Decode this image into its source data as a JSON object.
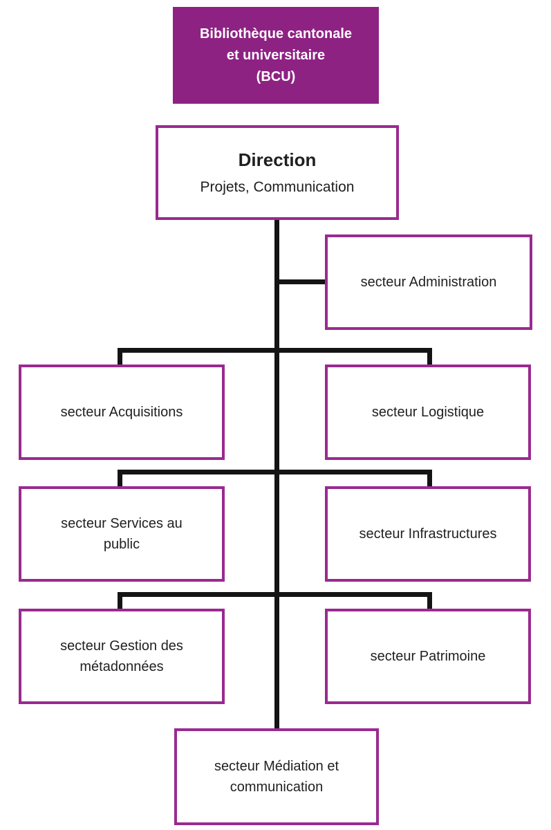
{
  "colors": {
    "banner_fill": "#8E2283",
    "banner_text": "#FFFFFF",
    "box_fill": "#FFFFFF",
    "box_border": "#9A2A90",
    "connector": "#141414",
    "text": "#1F1F1F"
  },
  "banner": {
    "label": "Bibliothèque cantonale\net universitaire\n(BCU)"
  },
  "direction": {
    "title": "Direction",
    "subtitle": "Projets, Communication"
  },
  "sectors": {
    "administration": "secteur Administration",
    "acquisitions": "secteur Acquisitions",
    "logistique": "secteur Logistique",
    "services_au_public": "secteur Services au\npublic",
    "infrastructures": "secteur Infrastructures",
    "gestion_metadonnees": "secteur Gestion des\nmétadonnées",
    "patrimoine": "secteur Patrimoine",
    "mediation_communication": "secteur Médiation et\ncommunication"
  }
}
